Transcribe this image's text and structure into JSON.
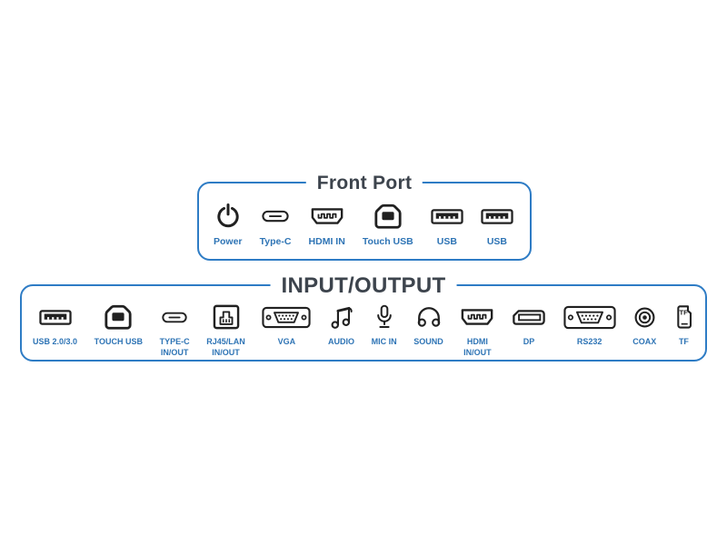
{
  "page": {
    "background": "#ffffff",
    "accent_blue": "#2E7CC5",
    "label_blue": "#2E74B5",
    "title_dark": "#3D444D",
    "icon_dark": "#212121"
  },
  "front_panel": {
    "title": "Front Port",
    "ports": [
      {
        "label": "Power",
        "icon": "power-icon"
      },
      {
        "label": "Type-C",
        "icon": "usb-c-icon"
      },
      {
        "label": "HDMI IN",
        "icon": "hdmi-icon"
      },
      {
        "label": "Touch USB",
        "icon": "usb-b-icon"
      },
      {
        "label": "USB",
        "icon": "usb-a-icon"
      },
      {
        "label": "USB",
        "icon": "usb-a-icon"
      }
    ]
  },
  "io_panel": {
    "title": "INPUT/OUTPUT",
    "ports": [
      {
        "label": "USB 2.0/3.0",
        "icon": "usb-a-icon"
      },
      {
        "label": "TOUCH USB",
        "icon": "usb-b-icon"
      },
      {
        "label": "TYPE-C\nIN/OUT",
        "icon": "usb-c-icon"
      },
      {
        "label": "RJ45/LAN\nIN/OUT",
        "icon": "ethernet-icon"
      },
      {
        "label": "VGA",
        "icon": "vga-icon"
      },
      {
        "label": "AUDIO",
        "icon": "music-note-icon"
      },
      {
        "label": "MIC IN",
        "icon": "microphone-icon"
      },
      {
        "label": "SOUND",
        "icon": "headphones-icon"
      },
      {
        "label": "HDMI\nIN/OUT",
        "icon": "hdmi-icon"
      },
      {
        "label": "DP",
        "icon": "displayport-icon"
      },
      {
        "label": "RS232",
        "icon": "serial-db9-icon"
      },
      {
        "label": "COAX",
        "icon": "coax-icon"
      },
      {
        "label": "TF",
        "icon": "tf-card-icon"
      }
    ]
  },
  "icons": {
    "tf_card_text": "TF"
  }
}
